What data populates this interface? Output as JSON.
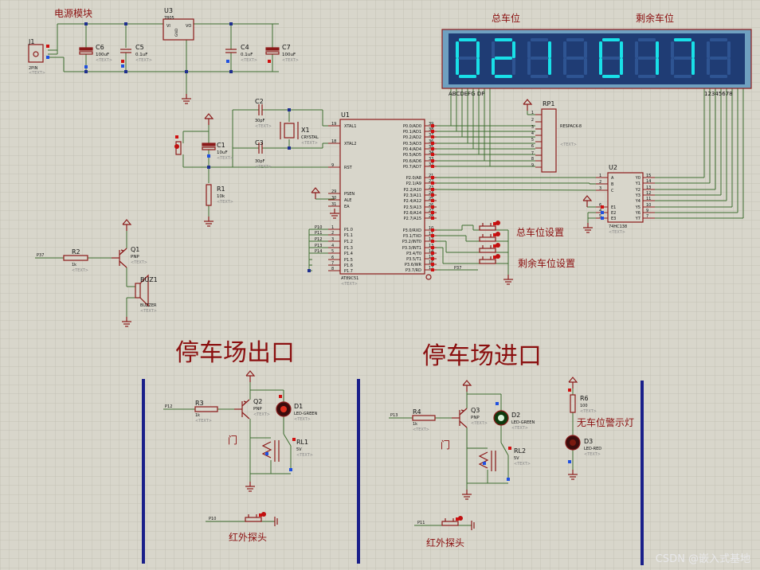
{
  "titles": {
    "power_module": "电源模块",
    "total_spaces": "总车位",
    "remaining_spaces": "剩余车位",
    "total_spaces_setting": "总车位设置",
    "remaining_spaces_setting": "剩余车位设置",
    "exit_area": "停车场出口",
    "entrance_area": "停车场进口",
    "no_space_warning_lamp": "无车位警示灯",
    "ir_probe_exit": "红外探头",
    "ir_probe_entrance": "红外探头",
    "gate_exit": "门",
    "gate_entrance": "门"
  },
  "display": {
    "total_digits": "021",
    "remaining_digits": "017",
    "segment_pins_left": "ABCDEFG DP",
    "segment_pins_right": "12345678",
    "color_on": "#19e0e8",
    "color_panel": "#1f3c74"
  },
  "components": {
    "j1": {
      "ref": "J1",
      "value": "2PIN"
    },
    "u3": {
      "ref": "U3",
      "value": "7805",
      "pin_vi": "VI",
      "pin_vo": "VO",
      "pin_gnd": "GND"
    },
    "c6": {
      "ref": "C6",
      "value": "100uF"
    },
    "c5": {
      "ref": "C5",
      "value": "0.1uF"
    },
    "c4": {
      "ref": "C4",
      "value": "0.1uF"
    },
    "c7": {
      "ref": "C7",
      "value": "100uF"
    },
    "c1": {
      "ref": "C1",
      "value": "10uF"
    },
    "c2": {
      "ref": "C2",
      "value": "30pF"
    },
    "c3": {
      "ref": "C3",
      "value": "30pF"
    },
    "x1": {
      "ref": "X1",
      "value": "CRYSTAL"
    },
    "r1": {
      "ref": "R1",
      "value": "10k"
    },
    "r2": {
      "ref": "R2",
      "value": "1k"
    },
    "q1": {
      "ref": "Q1",
      "value": "PNP"
    },
    "buz1": {
      "ref": "BUZ1",
      "value": "BUZZER"
    },
    "u1": {
      "ref": "U1",
      "value": "AT89C51"
    },
    "rp1": {
      "ref": "RP1",
      "value": "RESPACK-8"
    },
    "u2": {
      "ref": "U2",
      "value": "74HC138"
    },
    "r3": {
      "ref": "R3",
      "value": "1k"
    },
    "q2": {
      "ref": "Q2",
      "value": "PNP"
    },
    "d1": {
      "ref": "D1",
      "value": "LED-GREEN"
    },
    "rl1": {
      "ref": "RL1",
      "value": "5V"
    },
    "r4": {
      "ref": "R4",
      "value": "1k"
    },
    "q3": {
      "ref": "Q3",
      "value": "PNP"
    },
    "d2": {
      "ref": "D2",
      "value": "LED-GREEN"
    },
    "rl2": {
      "ref": "RL2",
      "value": "5V"
    },
    "r6": {
      "ref": "R6",
      "value": "100"
    },
    "d3": {
      "ref": "D3",
      "value": "LED-RED"
    }
  },
  "text_placeholder": "<TEXT>",
  "u1_left_pins": [
    "XTAL1",
    "XTAL2",
    "RST",
    "PSEN",
    "ALE",
    "EA",
    "P1.0",
    "P1.1",
    "P1.2",
    "P1.3",
    "P1.4",
    "P1.5",
    "P1.6",
    "P1.7"
  ],
  "u1_left_nums": [
    "19",
    "18",
    "9",
    "29",
    "30",
    "31",
    "1",
    "2",
    "3",
    "4",
    "5",
    "6",
    "7",
    "8"
  ],
  "u1_right_pins": [
    "P0.0/AD0",
    "P0.1/AD1",
    "P0.2/AD2",
    "P0.3/AD3",
    "P0.4/AD4",
    "P0.5/AD5",
    "P0.6/AD6",
    "P0.7/AD7",
    "P2.0/A8",
    "P2.1/A9",
    "P2.2/A10",
    "P2.3/A11",
    "P2.4/A12",
    "P2.5/A13",
    "P2.6/A14",
    "P2.7/A15",
    "P3.0/RXD",
    "P3.1/TXD",
    "P3.2/INT0",
    "P3.3/INT1",
    "P3.4/T0",
    "P3.5/T1",
    "P3.6/WR",
    "P3.7/RD"
  ],
  "u1_right_nums": [
    "39",
    "38",
    "37",
    "36",
    "35",
    "34",
    "33",
    "32",
    "21",
    "22",
    "23",
    "24",
    "25",
    "26",
    "27",
    "28",
    "10",
    "11",
    "12",
    "13",
    "14",
    "15",
    "16",
    "17"
  ],
  "u1_net_labels": [
    "P10",
    "P11",
    "P12",
    "P13",
    "P14"
  ],
  "u2_left_pins": [
    "A",
    "B",
    "C",
    "E1",
    "E2",
    "E3"
  ],
  "u2_left_nums": [
    "1",
    "2",
    "3",
    "6",
    "4",
    "5"
  ],
  "u2_right_pins": [
    "Y0",
    "Y1",
    "Y2",
    "Y3",
    "Y4",
    "Y5",
    "Y6",
    "Y7"
  ],
  "u2_right_nums": [
    "15",
    "14",
    "13",
    "12",
    "11",
    "10",
    "9",
    "7"
  ],
  "rp1_pins": [
    "1",
    "2",
    "3",
    "4",
    "5",
    "6",
    "7",
    "8",
    "9"
  ],
  "nets": {
    "p37_buzzer": "P37",
    "p37_u1": "P37",
    "p12": "P12",
    "p13": "P13",
    "p10": "P10",
    "p11": "P11"
  },
  "watermark": "CSDN @嵌入式基地"
}
